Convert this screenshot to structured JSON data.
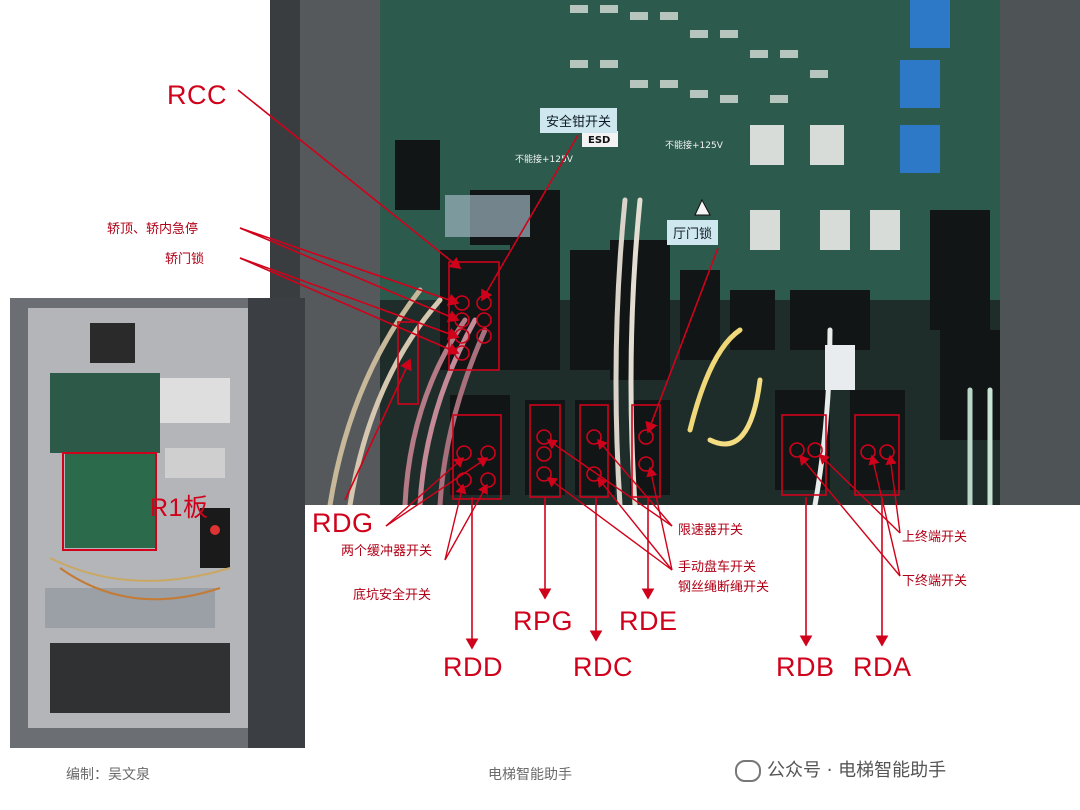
{
  "top_labels": {
    "rcc": "RCC",
    "car_top_stop": "轿顶、轿内急停",
    "car_door_lock": "轿门锁",
    "safety_gear_switch": "安全钳开关",
    "hall_door_lock": "厅门锁"
  },
  "left_labels": {
    "r1_board": "R1板",
    "rdg": "RDG",
    "two_buffer": "两个缓冲器开关",
    "pit_safety": "底坑安全开关"
  },
  "bottom_labels": {
    "rdd": "RDD",
    "rpg": "RPG",
    "rdc": "RDC",
    "rde": "RDE",
    "rdb": "RDB",
    "rda": "RDA",
    "speed_limiter": "限速器开关",
    "manual_winding": "手动盘车开关",
    "rope_break": "钢丝绳断绳开关",
    "upper_terminal": "上终端开关",
    "lower_terminal": "下终端开关"
  },
  "board_text": {
    "esd": "ESD",
    "no_touch_1": "不能接+125V",
    "no_touch_2": "不能接+125V"
  },
  "footer": {
    "author": "编制：吴文泉",
    "center": "电梯智能助手",
    "wechat": "公众号 · 电梯智能助手"
  },
  "colors": {
    "accent": "#d0021b",
    "callout_bg": "#cfe8f0",
    "pcb_green": "#2c5a4d"
  }
}
